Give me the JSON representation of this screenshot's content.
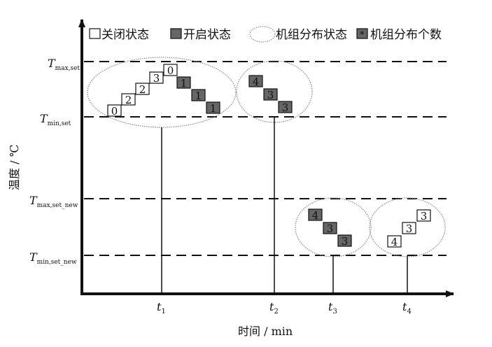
{
  "legend": {
    "closed": "关闭状态",
    "open": "开启状态",
    "distribution_state": "机组分布状态",
    "distribution_count": "机组分布个数",
    "count_marker": "*"
  },
  "axes": {
    "ylabel": "温度 / ℃",
    "xlabel": "时间 / min"
  },
  "thresholds": [
    {
      "main": "T",
      "sub": "max,set"
    },
    {
      "main": "T",
      "sub": "min,set"
    },
    {
      "main": "T",
      "sub": "max,set_new"
    },
    {
      "main": "T",
      "sub": "min,set_new"
    }
  ],
  "times": [
    {
      "main": "t",
      "sub": "1"
    },
    {
      "main": "t",
      "sub": "2"
    },
    {
      "main": "t",
      "sub": "3"
    },
    {
      "main": "t",
      "sub": "4"
    }
  ],
  "groups": [
    {
      "time": "t1",
      "boxes": [
        {
          "state": "closed",
          "count": "0"
        },
        {
          "state": "closed",
          "count": "2"
        },
        {
          "state": "closed",
          "count": "2"
        },
        {
          "state": "closed",
          "count": "3"
        },
        {
          "state": "closed",
          "count": "0"
        },
        {
          "state": "open",
          "count": "1"
        },
        {
          "state": "open",
          "count": "1"
        },
        {
          "state": "open",
          "count": "1"
        }
      ]
    },
    {
      "time": "t2",
      "boxes": [
        {
          "state": "open",
          "count": "4"
        },
        {
          "state": "open",
          "count": "3"
        },
        {
          "state": "open",
          "count": "3"
        }
      ]
    },
    {
      "time": "t3",
      "boxes": [
        {
          "state": "open",
          "count": "4"
        },
        {
          "state": "open",
          "count": "3"
        },
        {
          "state": "open",
          "count": "3"
        }
      ]
    },
    {
      "time": "t4",
      "boxes": [
        {
          "state": "closed",
          "count": "4"
        },
        {
          "state": "closed",
          "count": "3"
        },
        {
          "state": "closed",
          "count": "3"
        }
      ]
    }
  ],
  "colors": {
    "open": "#666666",
    "closed": "#ffffff",
    "ink": "#111111"
  }
}
